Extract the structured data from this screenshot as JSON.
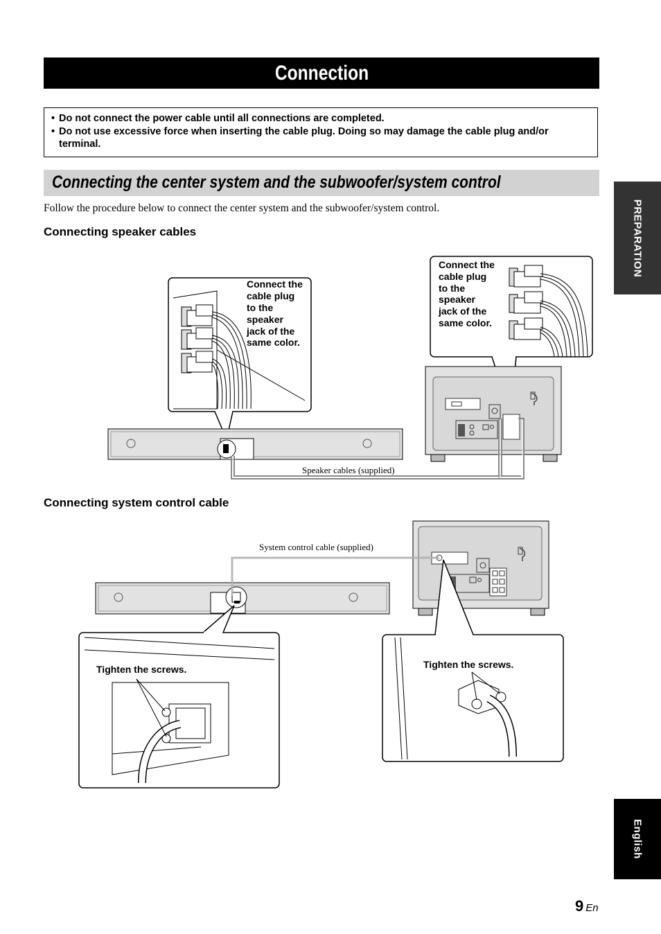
{
  "title": "Connection",
  "notes": [
    "Do not connect the power cable until all connections are completed.",
    "Do not use excessive force when inserting the cable plug. Doing so may damage the cable plug and/or terminal."
  ],
  "section_title": "Connecting the center system and the subwoofer/system control",
  "intro": "Follow the procedure below to connect the center system and the subwoofer/system control.",
  "speaker": {
    "heading": "Connecting speaker cables",
    "callout_left": [
      "Connect the",
      "cable plug",
      "to the",
      "speaker",
      "jack of the",
      "same color."
    ],
    "callout_right": [
      "Connect the",
      "cable plug",
      "to the",
      "speaker",
      "jack of the",
      "same color."
    ],
    "cable_caption": "Speaker cables (supplied)"
  },
  "control": {
    "heading": "Connecting system control cable",
    "cable_caption": "System control cable (supplied)",
    "screws_left": "Tighten the screws.",
    "screws_right": "Tighten the screws."
  },
  "side_tabs": {
    "preparation": "PREPARATION",
    "language": "English"
  },
  "page": {
    "number": "9",
    "suffix": "En"
  }
}
